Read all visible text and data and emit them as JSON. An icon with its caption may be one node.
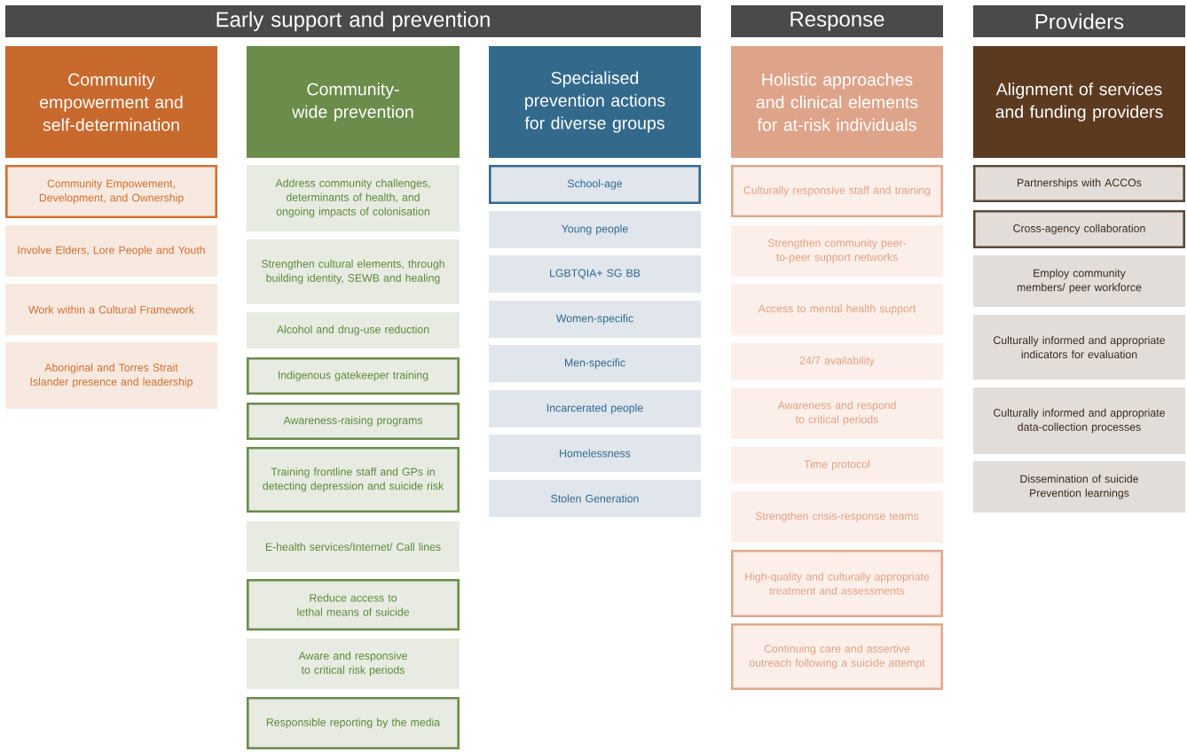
{
  "diagram": {
    "nodes": [
      {
        "text": [
          "Early support and prevention"
        ]
      },
      {
        "text": [
          "Response"
        ]
      },
      {
        "text": [
          "Providers"
        ]
      },
      {
        "text": [
          "Community empowerment and self-determination"
        ]
      },
      {
        "text": [
          "Community-wide prevention"
        ]
      },
      {
        "text": [
          "Specialised prevention actions for diverse groups"
        ]
      },
      {
        "text": [
          "Holistic approaches and clinical elements for at-risk individuals"
        ]
      },
      {
        "text": [
          "Alignment of services and funding providers"
        ]
      },
      {
        "text": [
          "Community Empowement, Development, and Ownership"
        ]
      },
      {
        "text": [
          "Involve Elders, Lore People and Youth"
        ]
      },
      {
        "text": [
          "Work within a Cultural Framework"
        ]
      },
      {
        "text": [
          "Aboriginal and Torres Strait Islander presence and leadership"
        ]
      },
      {
        "text": [
          "Address community challenges, determinants of health, and ongoing impacts of colonisation"
        ]
      },
      {
        "text": [
          "Strengthen cultural elements, through building identity, SEWB and healing"
        ]
      },
      {
        "text": [
          "Alcohol and drug-use reduction"
        ]
      },
      {
        "text": [
          "Indigenous gatekeeper training"
        ]
      },
      {
        "text": [
          "Awareness-raising programs"
        ]
      },
      {
        "text": [
          "Training frontline staff and GPs in detecting depression and suicide risk"
        ]
      },
      {
        "text": [
          "E-health services/Internet/ Call lines"
        ]
      },
      {
        "text": [
          "Reduce access to lethal means of suicide"
        ]
      },
      {
        "text": [
          "Aware and responsive to critical risk periods"
        ]
      },
      {
        "text": [
          "Responsible reporting by the media"
        ]
      },
      {
        "text": [
          "School-age"
        ]
      },
      {
        "text": [
          "Young people"
        ]
      },
      {
        "text": [
          "LGBTQIA+ SG BB"
        ]
      },
      {
        "text": [
          "Women-specific"
        ]
      },
      {
        "text": [
          "Men-specific"
        ]
      },
      {
        "text": [
          "Incarcerated people"
        ]
      },
      {
        "text": [
          "Homelessness"
        ]
      },
      {
        "text": [
          "Stolen Generation"
        ]
      },
      {
        "text": [
          "Culturally responsive staff and training"
        ]
      },
      {
        "text": [
          "Strengthen community peer-to-peer support networks"
        ]
      },
      {
        "text": [
          "Access to mental health support"
        ]
      },
      {
        "text": [
          "24/7 availability"
        ]
      },
      {
        "text": [
          "Awareness and respond to critical periods"
        ]
      },
      {
        "text": [
          "Time protocol"
        ]
      },
      {
        "text": [
          "Strengthen crisis-response teams"
        ]
      },
      {
        "text": [
          "High-quality and culturally appropriate treatment and assessments"
        ]
      },
      {
        "text": [
          "Continuing care and assertive outreach following a suicide attempt"
        ]
      },
      {
        "text": [
          "Partnerships with ACCOs"
        ]
      },
      {
        "text": [
          "Cross-agency collaboration"
        ]
      },
      {
        "text": [
          "Employ community members/ peer workforce"
        ]
      },
      {
        "text": [
          "Culturally informed and appropriate indicators for evaluation"
        ]
      },
      {
        "text": [
          "Culturally informed and appropriate data-collection processes"
        ]
      },
      {
        "text": [
          "Dissemination of suicide Prevention learnings"
        ]
      }
    ]
  }
}
